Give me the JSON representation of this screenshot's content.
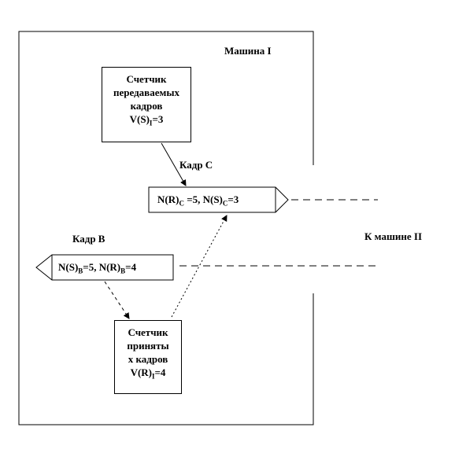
{
  "machine_label": "Машина I",
  "to_machine_label": "К машине II",
  "send_counter": {
    "lines": [
      "Счетчик",
      "передаваемых",
      "кадров"
    ],
    "value_prefix": "V(S)",
    "value_sub": "I",
    "value_suffix": "=3"
  },
  "recv_counter": {
    "lines": [
      "Счетчик",
      "приняты",
      "х кадров"
    ],
    "value_prefix": "V(R)",
    "value_sub": "I",
    "value_suffix": "=4"
  },
  "frame_c": {
    "label": "Кадр С",
    "text_a": "N(R)",
    "sub_a": "C",
    "text_b": " =5, N(S)",
    "sub_b": "C",
    "text_c": "=3"
  },
  "frame_b": {
    "label": "Кадр В",
    "text_a": "N(S)",
    "sub_a": "B",
    "text_b": "=5, N(R)",
    "sub_b": "B",
    "text_c": "=4"
  },
  "colors": {
    "line": "#000000",
    "background": "#ffffff"
  }
}
